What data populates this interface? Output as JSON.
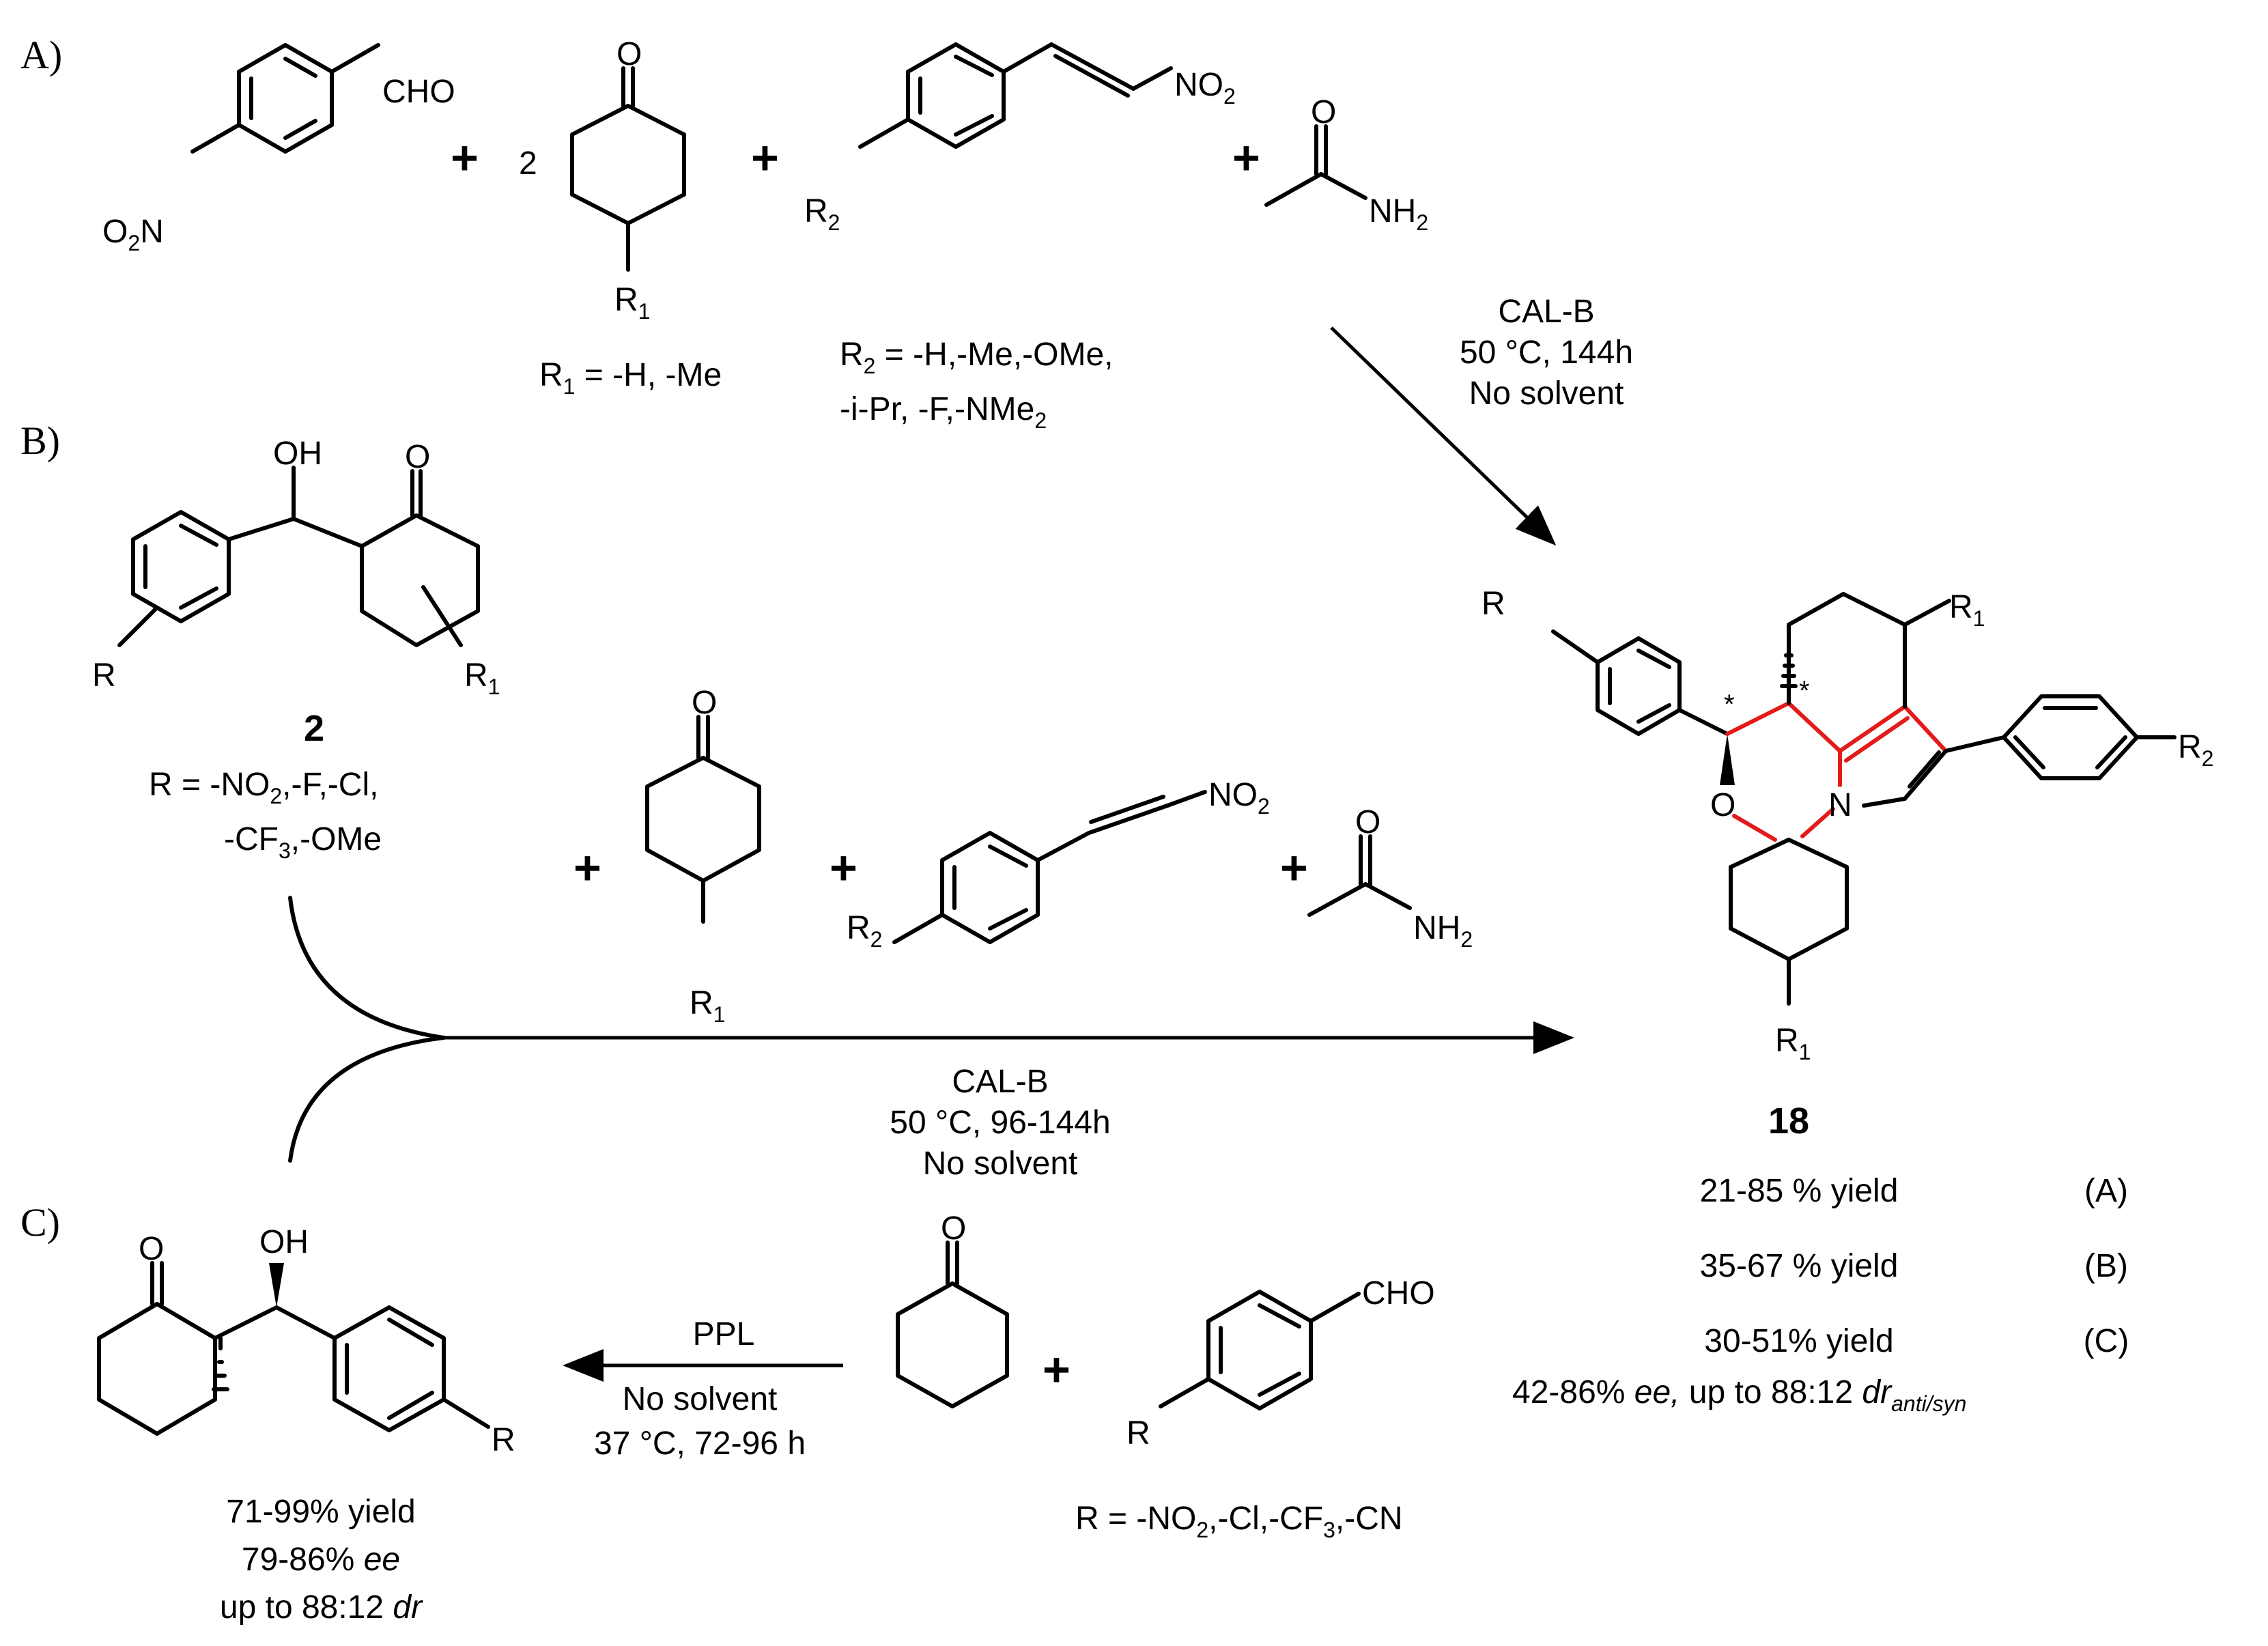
{
  "panels": {
    "a": "A)",
    "b": "B)",
    "c": "C)"
  },
  "atoms": {
    "cho": "CHO",
    "o2n": "O",
    "o2n_sub": "2",
    "o2n_n": "N",
    "o": "O",
    "n": "N",
    "nh": "NH",
    "two": "2",
    "r": "R",
    "r_one": "1",
    "r_two": "2",
    "oh": "OH",
    "no": "NO",
    "star": "*"
  },
  "reagents": {
    "plus": "+",
    "coefficient": "2"
  },
  "substituents": {
    "r1_line": [
      "R",
      "1",
      " = -H, -Me"
    ],
    "r2_line1": [
      "R",
      "2",
      " = -H,-Me,-OMe,"
    ],
    "r2_line2": [
      "-i-Pr, -F,-NMe",
      "2"
    ],
    "b_r_line1": [
      "R = -NO",
      "2",
      ",-F,-Cl,"
    ],
    "b_r_line2": [
      "-CF",
      "3",
      ",-OMe"
    ],
    "c_r_line": [
      "R = -NO",
      "2",
      ",-Cl,-CF",
      "3",
      ",-CN"
    ]
  },
  "conditions": {
    "a": [
      "CAL-B",
      "50 °C, 144h",
      "No solvent"
    ],
    "b": [
      "CAL-B",
      "50 °C, 96-144h",
      "No solvent"
    ],
    "c": [
      "PPL",
      "No solvent",
      "37 °C, 72-96 h"
    ]
  },
  "compounds": {
    "aldol": "2",
    "product": "18"
  },
  "results": {
    "yields": [
      {
        "yield": "21-85 % yield",
        "label": "(A)"
      },
      {
        "yield": "35-67 % yield",
        "label": "(B)"
      },
      {
        "yield": "30-51% yield",
        "label": "(C)"
      }
    ],
    "selectivity": [
      "42-86% ",
      "ee,",
      " up to 88:12 ",
      "dr",
      "anti/syn"
    ],
    "c_yield": "71-99% yield",
    "c_ee": [
      "79-86% ",
      "ee"
    ],
    "c_dr": [
      "up to 88:12 ",
      "dr"
    ]
  },
  "colors": {
    "bonds": "#000000",
    "new_bonds": "#e31b1b"
  }
}
